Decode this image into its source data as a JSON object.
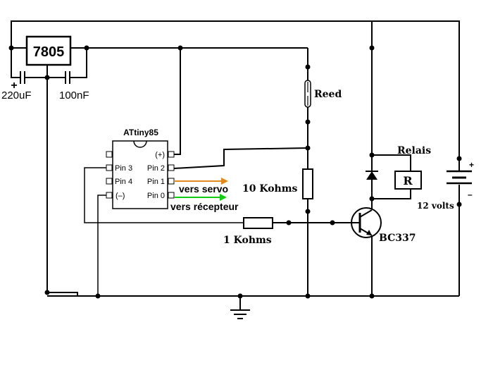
{
  "regulator": {
    "label": "7805"
  },
  "capacitors": {
    "c1": "220uF",
    "c2": "100nF"
  },
  "mcu": {
    "name": "ATtiny85",
    "pins": {
      "vcc": "(+)",
      "pin2": "Pin 2",
      "pin1": "Pin 1",
      "pin0": "Pin 0",
      "pin3": "Pin 3",
      "pin4": "Pin 4",
      "gnd": "(–)"
    }
  },
  "signals": {
    "servo": {
      "text": "vers servo",
      "color": "#cc0000",
      "arrow_color": "#e08a1e"
    },
    "receiver": {
      "text": "vers récepteur",
      "color": "#11aa11",
      "arrow_color": "#11cc11"
    }
  },
  "components": {
    "reed": "Reed",
    "r_pullup": "10 Kohms",
    "r_base": "1 Kohms",
    "transistor": "BC337",
    "relay_title": "Relais",
    "relay_symbol": "R",
    "battery": "12 volts",
    "battery_plus": "+",
    "battery_minus": "–",
    "cap_plus": "+"
  }
}
